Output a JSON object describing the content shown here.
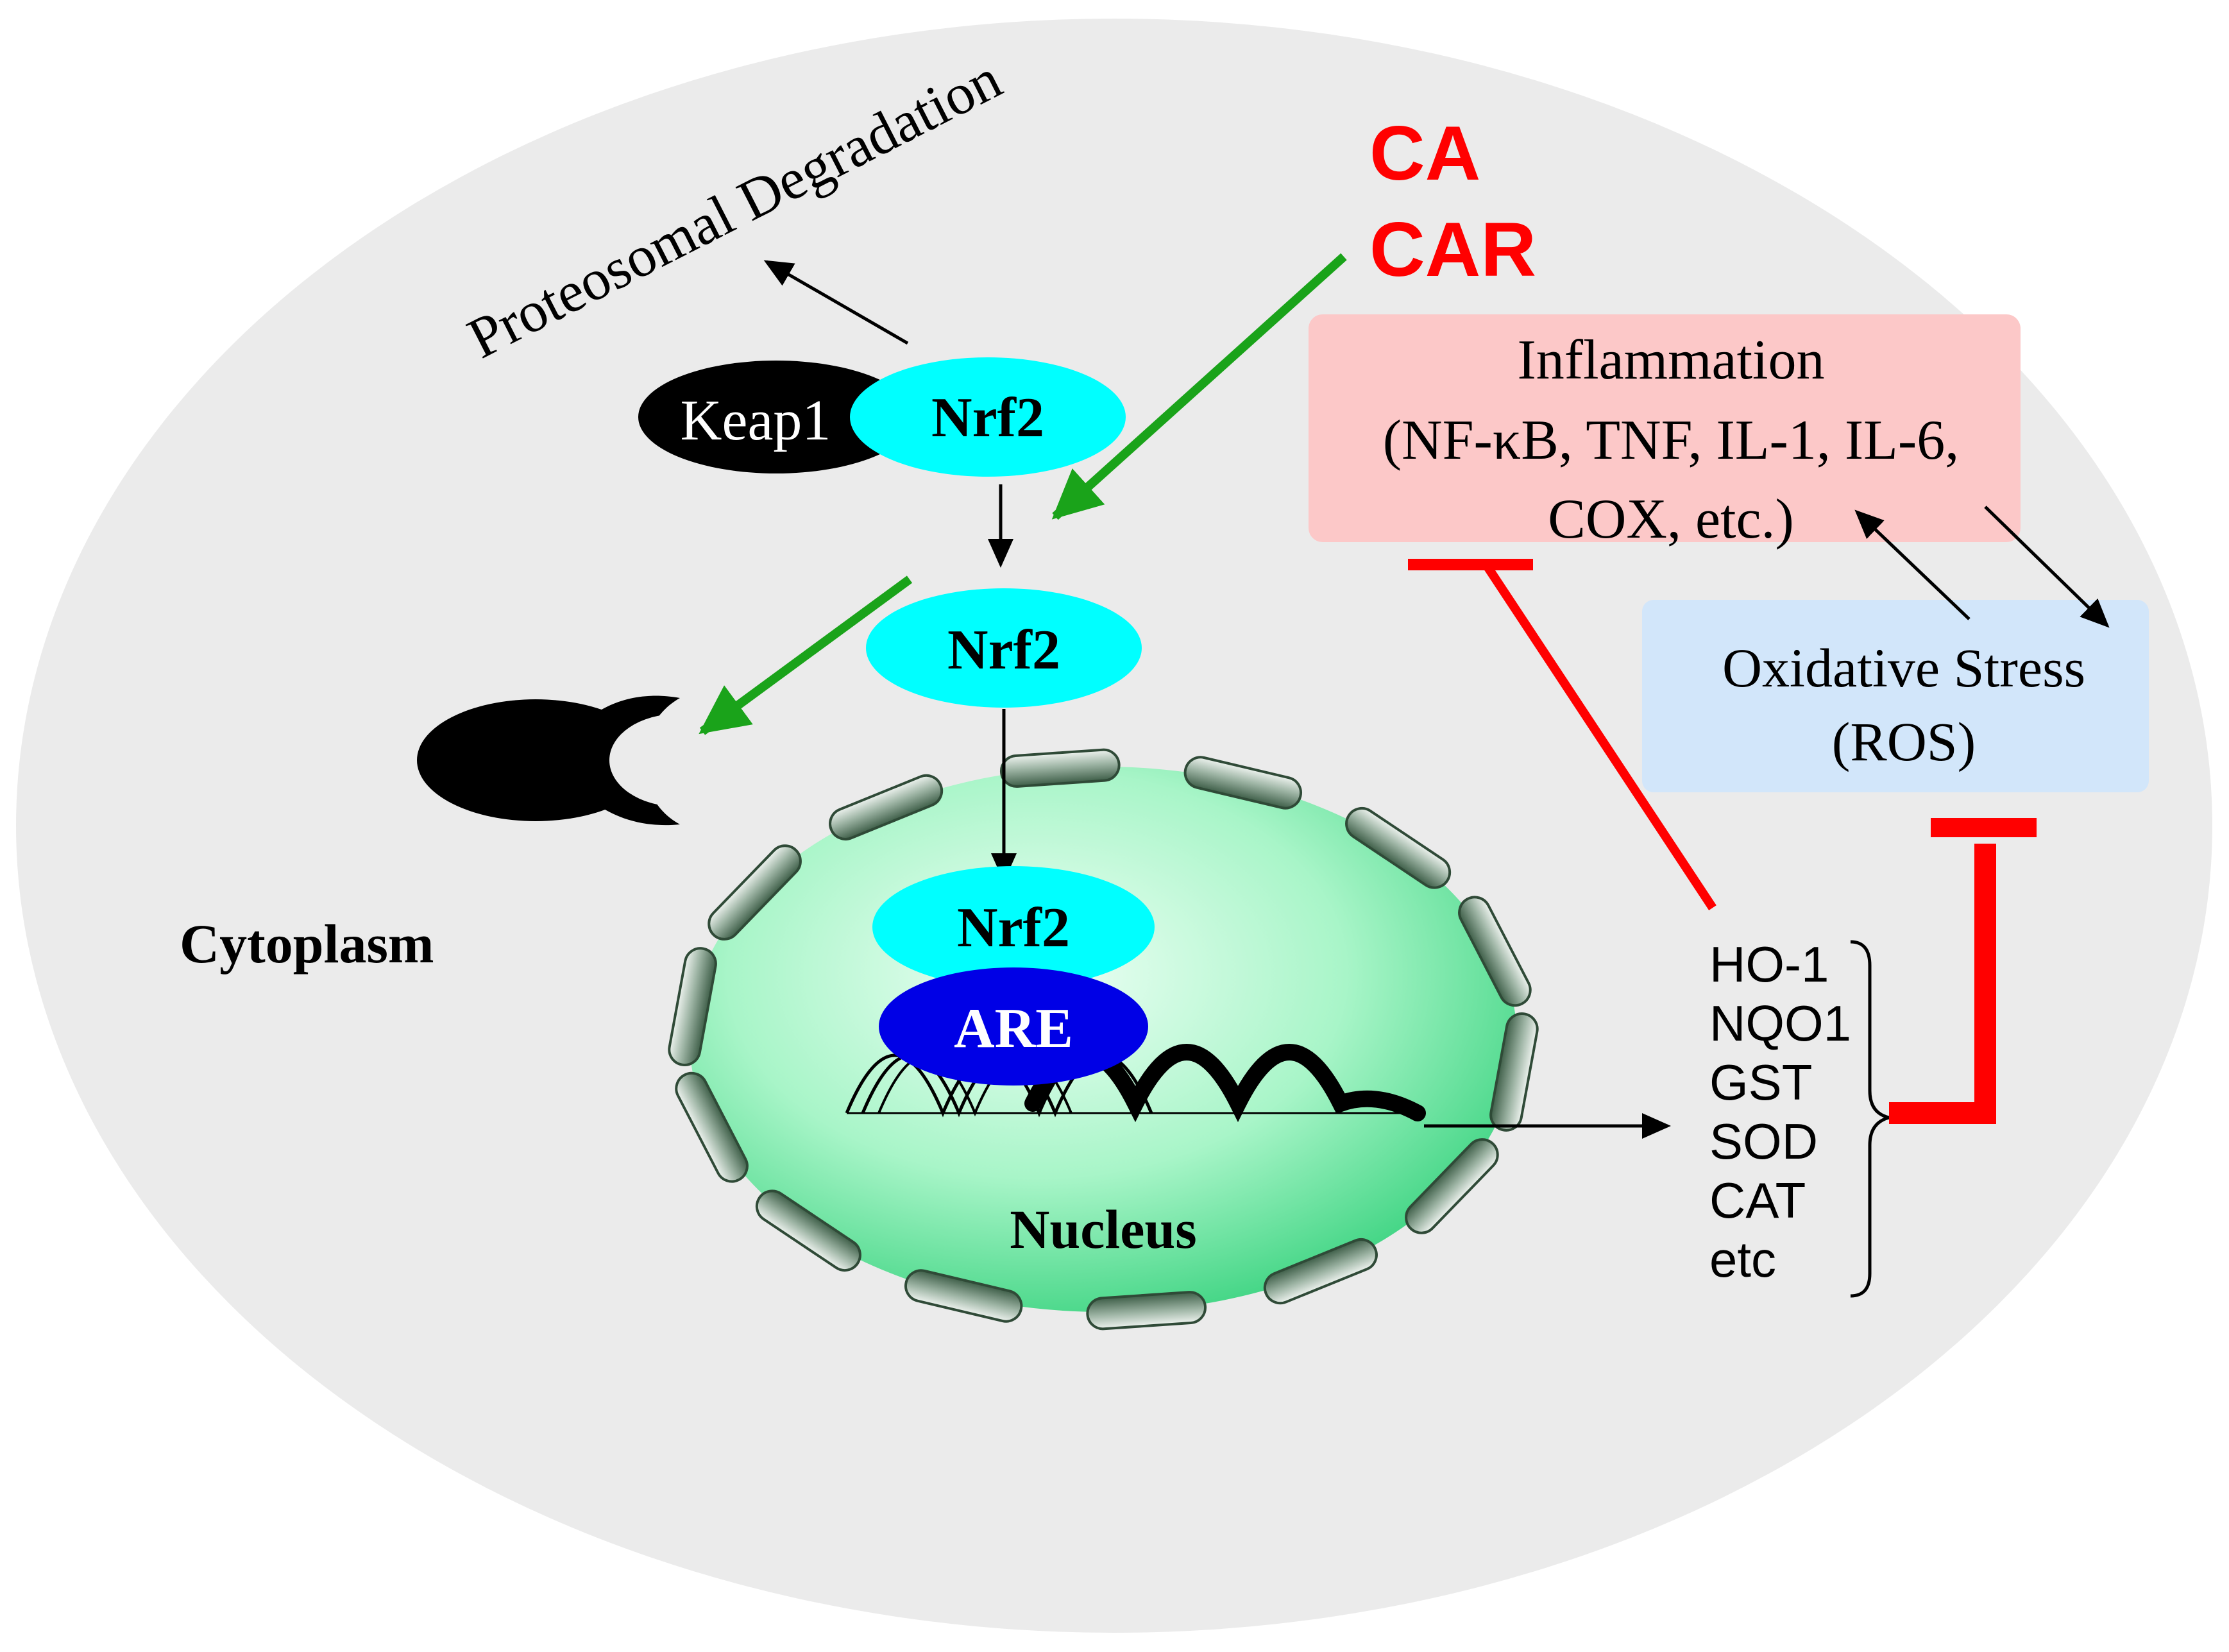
{
  "labels": {
    "proteosomal_degradation": "Proteosomal Degradation",
    "keap1": "Keap1",
    "nrf2_complex": "Nrf2",
    "nrf2_free": "Nrf2",
    "nrf2_nucleus": "Nrf2",
    "are": "ARE",
    "cytoplasm": "Cytoplasm",
    "nucleus": "Nucleus",
    "ca": "CA",
    "car": "CAR"
  },
  "inflammation": {
    "line1": "Inflammation",
    "line2": "(NF-κB, TNF, IL-1, IL-6,",
    "line3": "COX, etc.)"
  },
  "oxidative_stress": {
    "line1": "Oxidative Stress",
    "line2": "(ROS)"
  },
  "genes": [
    "HO-1",
    "NQO1",
    "GST",
    "SOD",
    "CAT",
    "etc"
  ],
  "colors": {
    "cell": "#ebebeb",
    "nrf2": "#00ffff",
    "are": "#0000e6",
    "keap1": "#000000",
    "activation_arrow": "#1aa31a",
    "inhibition": "#ff0000",
    "ca_text": "#ff0000",
    "inflammation_box": "#fcc8c8",
    "oxidative_box": "#d2e6fa",
    "nucleus_center": "#e8fff2",
    "nucleus_edge": "#3fe08c"
  }
}
